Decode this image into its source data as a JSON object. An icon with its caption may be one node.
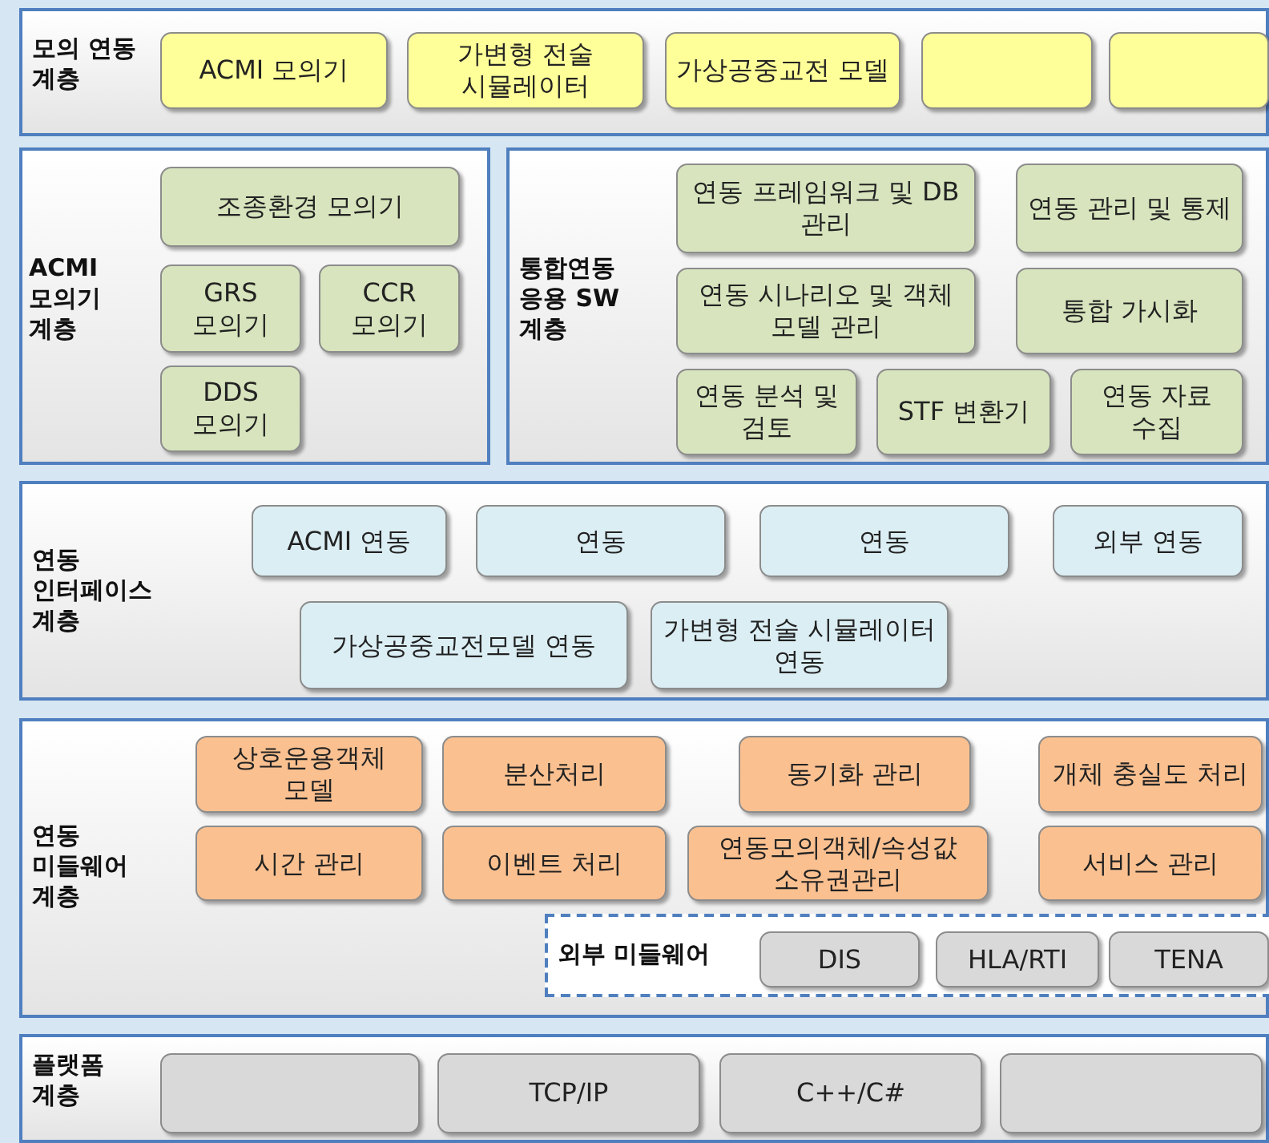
{
  "diagram": {
    "nodes": [
      {
        "text": [
          "모의 연동 계층"
        ]
      },
      {
        "text": [
          "ACMI 모의기"
        ],
        "in": 0
      },
      {
        "text": [
          "가변형 전술 시뮬레이터"
        ],
        "in": 0
      },
      {
        "text": [
          "가상공중교전 모델"
        ],
        "in": 0
      },
      {
        "text": [],
        "shape": "box",
        "in": 0
      },
      {
        "text": [],
        "shape": "box",
        "in": 0
      },
      {
        "text": [
          "ACMI 모의기 계층"
        ]
      },
      {
        "text": [
          "조종환경 모의기"
        ],
        "in": 6
      },
      {
        "text": [
          "GRS 모의기"
        ],
        "in": 6
      },
      {
        "text": [
          "CCR 모의기"
        ],
        "in": 6
      },
      {
        "text": [
          "DDS 모의기"
        ],
        "in": 6
      },
      {
        "text": [
          "통합연동 응용 SW 계층"
        ]
      },
      {
        "text": [
          "연동 프레임워크 및 DB 관리"
        ],
        "in": 11
      },
      {
        "text": [
          "연동 관리 및 통제"
        ],
        "in": 11
      },
      {
        "text": [
          "연동 시나리오 및 객체 모델 관리"
        ],
        "in": 11
      },
      {
        "text": [
          "통합 가시화"
        ],
        "in": 11
      },
      {
        "text": [
          "연동 분석 및 검토"
        ],
        "in": 11
      },
      {
        "text": [
          "STF 변환기"
        ],
        "in": 11
      },
      {
        "text": [
          "연동 자료 수집"
        ],
        "in": 11
      },
      {
        "text": [
          "연동 인터페이스 계층"
        ]
      },
      {
        "text": [
          "ACMI 연동"
        ],
        "in": 19
      },
      {
        "text": [
          "연동"
        ],
        "in": 19
      },
      {
        "text": [
          "연동"
        ],
        "in": 19
      },
      {
        "text": [
          "외부 연동"
        ],
        "in": 19
      },
      {
        "text": [
          "가상공중교전모델 연동"
        ],
        "in": 19
      },
      {
        "text": [
          "가변형 전술 시뮬레이터 연동"
        ],
        "in": 19
      },
      {
        "text": [
          "연동 미들웨어 계층"
        ]
      },
      {
        "text": [
          "상호운용객체 모델"
        ],
        "in": 26
      },
      {
        "text": [
          "분산처리"
        ],
        "in": 26
      },
      {
        "text": [
          "동기화 관리"
        ],
        "in": 26
      },
      {
        "text": [
          "개체 충실도 처리"
        ],
        "in": 26
      },
      {
        "text": [
          "시간 관리"
        ],
        "in": 26
      },
      {
        "text": [
          "이벤트 처리"
        ],
        "in": 26
      },
      {
        "text": [
          "연동모의객체/속성값 소유권관리"
        ],
        "in": 26
      },
      {
        "text": [
          "서비스 관리"
        ],
        "in": 26
      },
      {
        "text": [
          "외부 미들웨어"
        ],
        "in": 26
      },
      {
        "text": [
          "DIS"
        ],
        "in": 35
      },
      {
        "text": [
          "HLA/RTI"
        ],
        "in": 35
      },
      {
        "text": [
          "TENA"
        ],
        "in": 35
      },
      {
        "text": [
          "플랫폼 계층"
        ]
      },
      {
        "text": [],
        "shape": "box",
        "in": 39
      },
      {
        "text": [
          "TCP/IP"
        ],
        "in": 39
      },
      {
        "text": [
          "C++/C#"
        ],
        "in": 39
      },
      {
        "text": [],
        "shape": "box",
        "in": 39
      }
    ],
    "edges": []
  }
}
